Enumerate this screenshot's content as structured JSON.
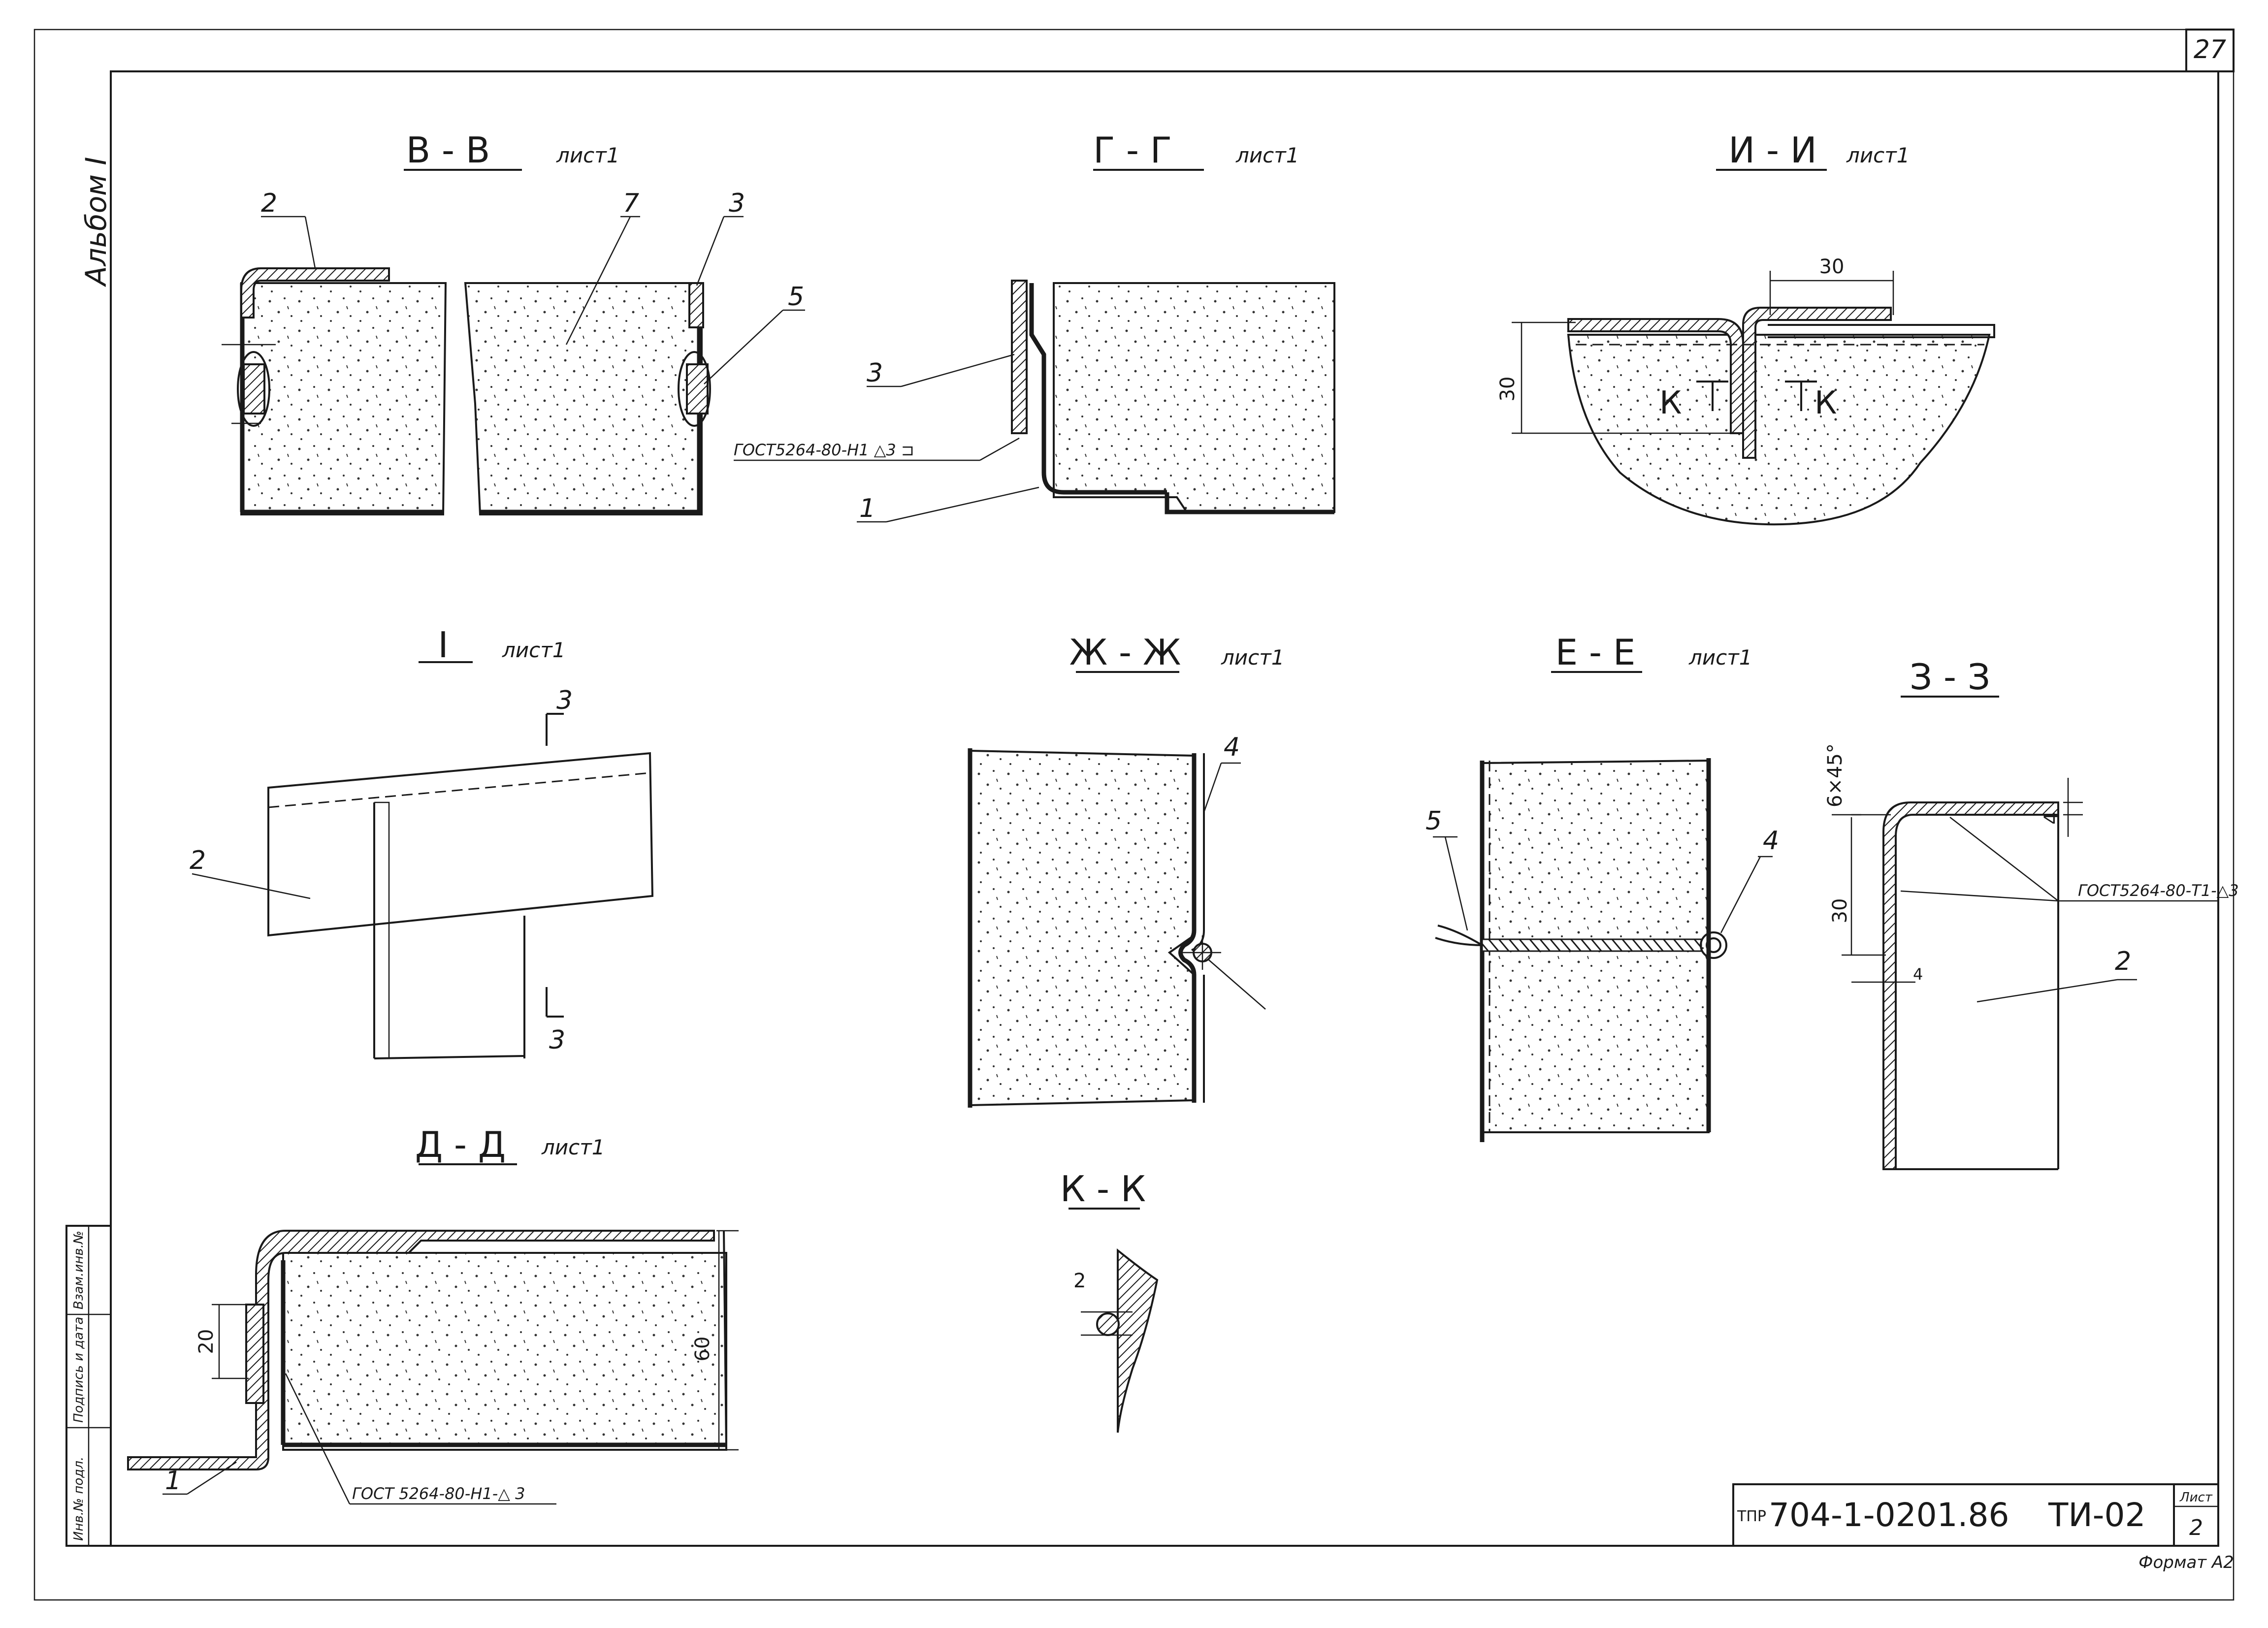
{
  "sheet": {
    "page_number": "27",
    "album_label": "Альбом I",
    "format_label": "Формат А2"
  },
  "stamp_columns": [
    "Инв.№ подл.",
    "Подпись и дата",
    "Взам.инв.№"
  ],
  "title_block": {
    "prefix": "ТПР",
    "code": "704-1-0201.86",
    "doc": "ТИ-02",
    "sheet_label": "Лист",
    "sheet_no": "2"
  },
  "sections": {
    "bb": {
      "title": "В - В",
      "sheet_ref": "лист1"
    },
    "gg": {
      "title": "Г - Г",
      "sheet_ref": "лист1"
    },
    "ii": {
      "title": "И - И",
      "sheet_ref": "лист1"
    },
    "i1": {
      "title": "I",
      "sheet_ref": "лист1"
    },
    "zhzh": {
      "title": "Ж - Ж",
      "sheet_ref": "лист1"
    },
    "ee": {
      "title": "Е - Е",
      "sheet_ref": "лист1"
    },
    "zz": {
      "title": "З - З"
    },
    "dd": {
      "title": "Д - Д",
      "sheet_ref": "лист1"
    },
    "kk": {
      "title": "К - К"
    }
  },
  "callouts": {
    "bb_2": "2",
    "bb_7": "7",
    "bb_3": "3",
    "bb_5": "5",
    "gg_3": "3",
    "gg_1": "1",
    "i1_2": "2",
    "i1_cut_top": "3",
    "i1_cut_bottom": "3",
    "zhzh_4": "4",
    "ee_5": "5",
    "ee_4": "4",
    "zz_2": "2",
    "dd_1": "1"
  },
  "weld_notes": {
    "gg": "ГОСТ5264-80-Н1 △3 ⊐",
    "zz": "ГОСТ5264-80-Т1-△3",
    "dd": "ГОСТ 5264-80-Н1-△ 3"
  },
  "dimensions": {
    "ii_width": "30",
    "ii_height": "30",
    "ii_marks": [
      "К",
      "К"
    ],
    "zz_chamfer": "6×45°",
    "zz_thick_top": "4",
    "zz_height": "30",
    "zz_thick_side": "4",
    "dd_height": "60",
    "dd_overlap": "20",
    "kk_dim": "2"
  }
}
